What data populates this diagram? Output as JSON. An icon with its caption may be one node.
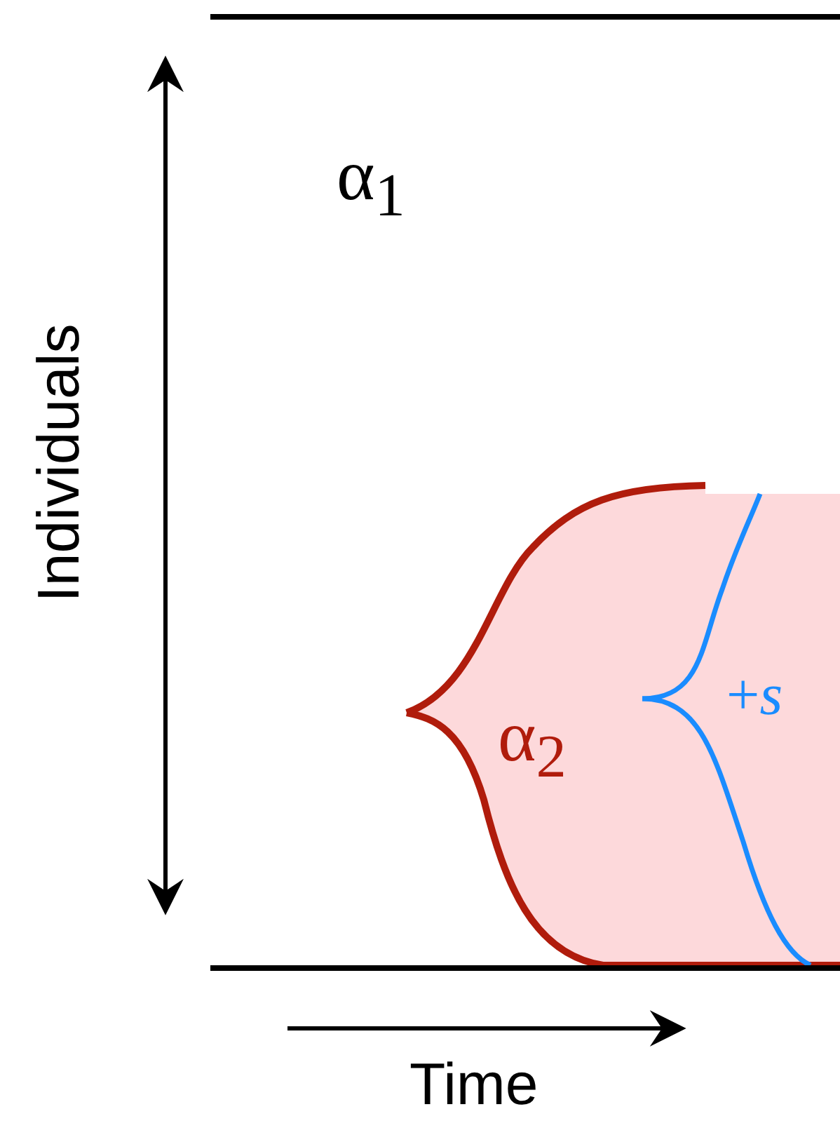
{
  "diagram": {
    "labels": [
      "α$_{1}$",
      "Individuals",
      "α$_{2}$",
      "+*s*",
      "Time"
    ]
  }
}
